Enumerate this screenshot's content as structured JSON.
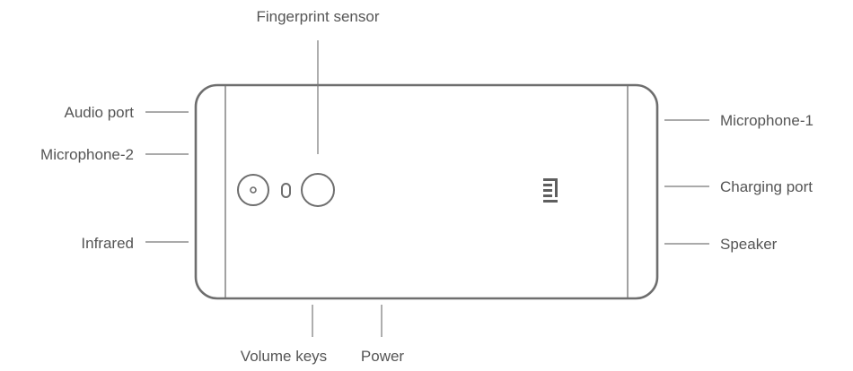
{
  "labels": {
    "fingerprint": "Fingerprint sensor",
    "audio_port": "Audio port",
    "microphone_2": "Microphone-2",
    "infrared": "Infrared",
    "microphone_1": "Microphone-1",
    "charging_port": "Charging port",
    "speaker": "Speaker",
    "volume_keys": "Volume keys",
    "power": "Power"
  },
  "icons": {
    "brand_logo": "mi-logo-icon",
    "camera": "camera-lens-icon",
    "flash": "flash-icon",
    "fingerprint": "fingerprint-sensor-icon"
  },
  "colors": {
    "outline": "#6e6e6e",
    "text": "#555555",
    "leader": "#777777"
  }
}
